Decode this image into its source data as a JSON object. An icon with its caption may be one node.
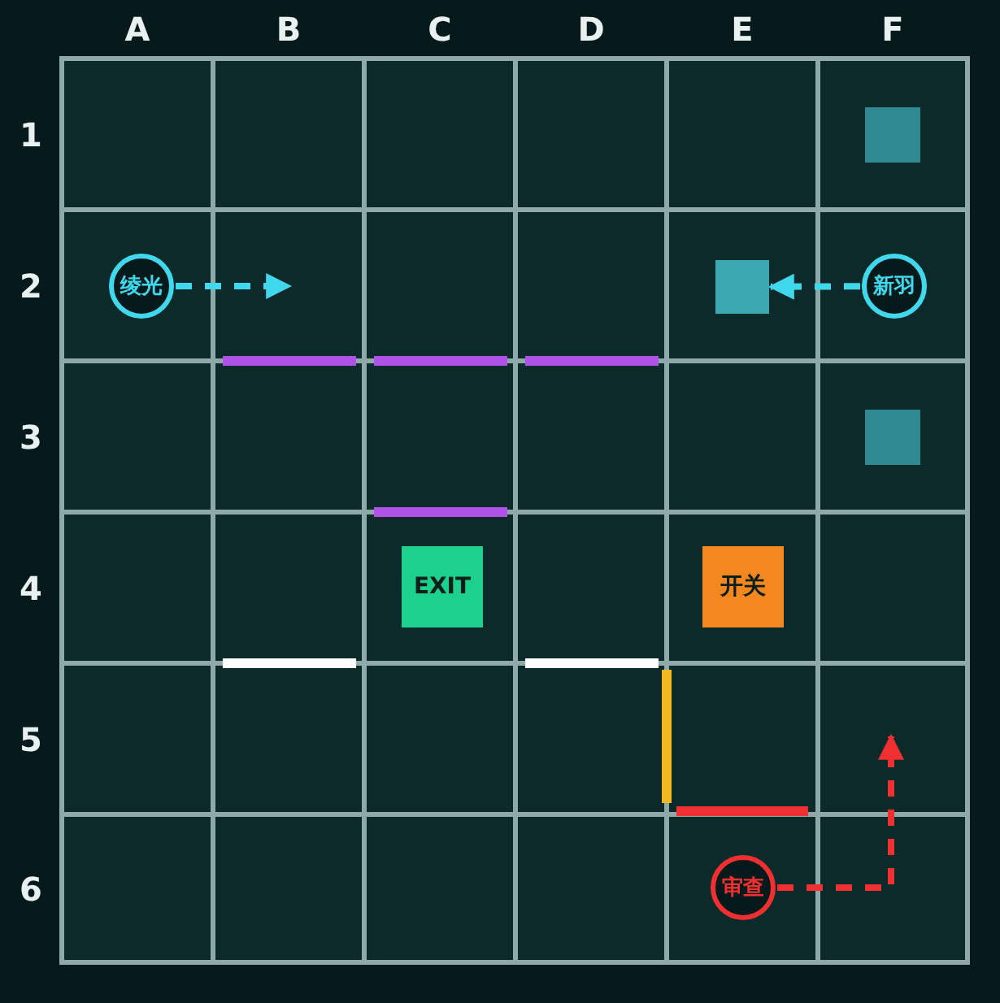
{
  "diagram": {
    "nodes": [
      {
        "text": [],
        "shape": "box"
      },
      {
        "text": [
          "绫光"
        ]
      },
      {
        "text": [],
        "shape": "box"
      },
      {
        "text": [
          "新羽"
        ]
      },
      {
        "text": [],
        "shape": "box"
      },
      {
        "text": [
          "EXIT"
        ]
      },
      {
        "text": [
          "开关"
        ]
      },
      {
        "text": [
          "审查"
        ]
      }
    ],
    "edges": [
      {
        "from": 1,
        "to": null,
        "arrow": "to",
        "style": "dashed"
      },
      {
        "from": 3,
        "to": 2,
        "arrow": "to",
        "style": "dashed"
      },
      {
        "from": 7,
        "to": null,
        "arrow": "to",
        "style": "dashed",
        "color": "#f03030"
      }
    ],
    "labels": [
      "A",
      "B",
      "C",
      "D",
      "E",
      "F",
      "1",
      "2",
      "3",
      "4",
      "5",
      "6"
    ]
  }
}
